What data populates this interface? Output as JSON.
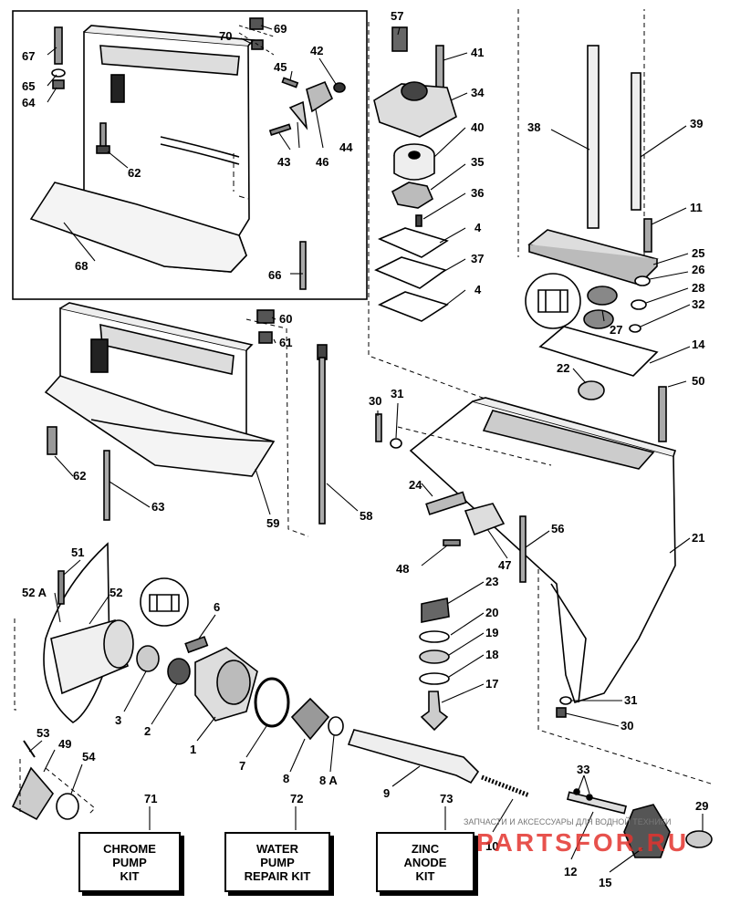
{
  "callouts": {
    "n67": "67",
    "n65": "65",
    "n64": "64",
    "n69": "69",
    "n70": "70",
    "n42": "42",
    "n45": "45",
    "n44": "44",
    "n46": "46",
    "n43": "43",
    "n62a": "62",
    "n68": "68",
    "n66": "66",
    "n57": "57",
    "n41": "41",
    "n34": "34",
    "n40": "40",
    "n35": "35",
    "n36": "36",
    "n4a": "4",
    "n37": "37",
    "n4b": "4",
    "n38": "38",
    "n39": "39",
    "n11": "11",
    "n25": "25",
    "n26": "26",
    "n28": "28",
    "n27": "27",
    "n32": "32",
    "n14": "14",
    "n60": "60",
    "n61": "61",
    "n62b": "62",
    "n63": "63",
    "n59": "59",
    "n58": "58",
    "n22": "22",
    "n50": "50",
    "n30a": "30",
    "n31a": "31",
    "n24": "24",
    "n47": "47",
    "n48": "48",
    "n56": "56",
    "n21": "21",
    "n23": "23",
    "n20": "20",
    "n19": "19",
    "n18": "18",
    "n17": "17",
    "n31b": "31",
    "n30b": "30",
    "n51": "51",
    "n52a": "52 A",
    "n52": "52",
    "n6": "6",
    "n3": "3",
    "n2": "2",
    "n1": "1",
    "n7": "7",
    "n8": "8",
    "n8a": "8 A",
    "n9": "9",
    "n53": "53",
    "n49": "49",
    "n54": "54",
    "n33": "33",
    "n29": "29",
    "n10": "10",
    "n12": "12",
    "n15": "15",
    "n71": "71",
    "n72": "72",
    "n73": "73"
  },
  "kits": {
    "chrome": "CHROME\nPUMP\nKIT",
    "water": "WATER\nPUMP\nREPAIR KIT",
    "zinc": "ZINC\nANODE\nKIT"
  },
  "watermark": {
    "line1": "ЗАПЧАСТИ И АКСЕССУАРЫ ДЛЯ ВОДНОЙ ТЕХНИКИ",
    "line2": "PARTSFOR.RU",
    "color": "#e3342f"
  }
}
